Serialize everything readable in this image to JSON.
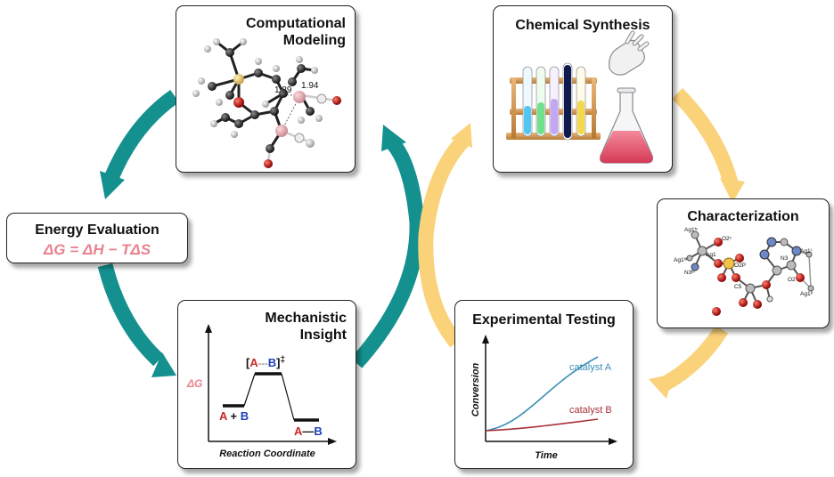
{
  "cards": {
    "modeling": {
      "title_line1": "Computational",
      "title_line2": "Modeling",
      "bond1": "1.89",
      "bond2": "1.94"
    },
    "synthesis": {
      "title": "Chemical Synthesis"
    },
    "energy": {
      "title": "Energy Evaluation",
      "equation": "ΔG = ΔH − TΔS"
    },
    "characterization": {
      "title": "Characterization",
      "labels": [
        "Ag1ᴵᵛ",
        "O2ᵛ",
        "Ag1",
        "Ag1ᴵᴵᴵ",
        "O2P",
        "N3ᴵᴵᴵ",
        "C5",
        "N3",
        "Ag1ᴵ",
        "O2",
        "Ag1ᴵᴵ"
      ]
    },
    "mechanistic": {
      "title_line1": "Mechanistic",
      "title_line2": "Insight",
      "y_label": "ΔG",
      "x_label": "Reaction Coordinate",
      "ts": {
        "open": "[",
        "a": "A",
        "dots": "---",
        "b": "B",
        "close": "]",
        "mark": "‡"
      },
      "reactants": {
        "a": "A",
        "plus": " + ",
        "b": "B"
      },
      "product": {
        "a": "A",
        "dash": "—",
        "b": "B"
      }
    },
    "experimental": {
      "title": "Experimental Testing",
      "y_label": "Conversion",
      "x_label": "Time",
      "series_a": "catalyst A",
      "series_b": "catalyst B"
    }
  },
  "colors": {
    "teal": "#14918f",
    "yellow": "#f9d27a",
    "pink": "#e8838f",
    "red": "#c62828",
    "blue": "#1e3fbf"
  }
}
